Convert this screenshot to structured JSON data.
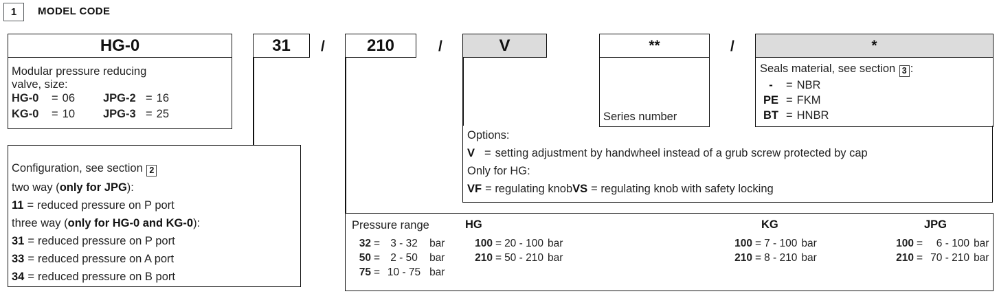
{
  "section": {
    "number": "1",
    "title": "MODEL CODE"
  },
  "code_boxes": {
    "model": "HG-0",
    "configuration": "31",
    "pressure": "210",
    "options": "V",
    "series": "**",
    "seals": "*",
    "separator": "/"
  },
  "model_panel": {
    "intro_line1": "Modular pressure reducing",
    "intro_line2": "valve, size:",
    "sizes": [
      {
        "code": "HG-0",
        "eq": "=",
        "value": "06",
        "code2": "JPG-2",
        "eq2": "=",
        "value2": "16"
      },
      {
        "code": "KG-0",
        "eq": "=",
        "value": "10",
        "code2": "JPG-3",
        "eq2": "=",
        "value2": "25"
      }
    ]
  },
  "configuration_panel": {
    "intro_prefix": "Configuration, see section",
    "intro_badge": "2",
    "two_way_prefix": "two way (",
    "two_way_bold": "only for JPG",
    "two_way_suffix": "):",
    "two_way_items": [
      {
        "code": "11",
        "eq": "=",
        "value": "reduced pressure on P port"
      }
    ],
    "three_way_prefix": "three way (",
    "three_way_bold": "only for HG-0 and KG-0",
    "three_way_suffix": "):",
    "three_way_items": [
      {
        "code": "31",
        "eq": "=",
        "value": "reduced pressure on P port"
      },
      {
        "code": "33",
        "eq": "=",
        "value": "reduced pressure on A port"
      },
      {
        "code": "34",
        "eq": "=",
        "value": "reduced pressure on B port"
      }
    ]
  },
  "series_panel": {
    "label": "Series number"
  },
  "seals_panel": {
    "intro_prefix": "Seals material, see section",
    "intro_badge": "3",
    "intro_suffix": ":",
    "items": [
      {
        "code": "-",
        "eq": "=",
        "value": "NBR"
      },
      {
        "code": "PE",
        "eq": "=",
        "value": "FKM"
      },
      {
        "code": "BT",
        "eq": "=",
        "value": "HNBR"
      }
    ]
  },
  "options_panel": {
    "title": "Options:",
    "v_code": "V",
    "v_eq": "=",
    "v_text": "setting adjustment by handwheel instead of a grub screw protected by cap",
    "only_for": "Only for HG:",
    "vf_code": "VF",
    "vf_text": "= regulating knob",
    "vs_code": "VS",
    "vs_text": "= regulating knob with safety locking"
  },
  "pressure_panel": {
    "label": "Pressure range",
    "columns": [
      {
        "header": "HG",
        "rows": [
          {
            "code": "32",
            "eq": "=",
            "value": "3 - 32",
            "unit": "bar"
          },
          {
            "code": "50",
            "eq": "=",
            "value": "2 - 50",
            "unit": "bar"
          },
          {
            "code": "75",
            "eq": "=",
            "value": "10 - 75",
            "unit": "bar"
          }
        ]
      },
      {
        "header": "",
        "rows": [
          {
            "code": "100",
            "eq": "=",
            "value": "20 - 100",
            "unit": "bar"
          },
          {
            "code": "210",
            "eq": "=",
            "value": "50 - 210",
            "unit": "bar"
          }
        ]
      },
      {
        "header": "KG",
        "rows": [
          {
            "code": "100",
            "eq": "=",
            "value": "7 - 100",
            "unit": "bar"
          },
          {
            "code": "210",
            "eq": "=",
            "value": "8 - 210",
            "unit": "bar"
          }
        ]
      },
      {
        "header": "JPG",
        "rows": [
          {
            "code": "100",
            "eq": "=",
            "value": "6 - 100",
            "unit": "bar"
          },
          {
            "code": "210",
            "eq": "=",
            "value": "70 - 210",
            "unit": "bar"
          }
        ]
      }
    ]
  },
  "colors": {
    "grey_fill": "#dcdcdc",
    "line": "#111111",
    "text": "#222222"
  }
}
